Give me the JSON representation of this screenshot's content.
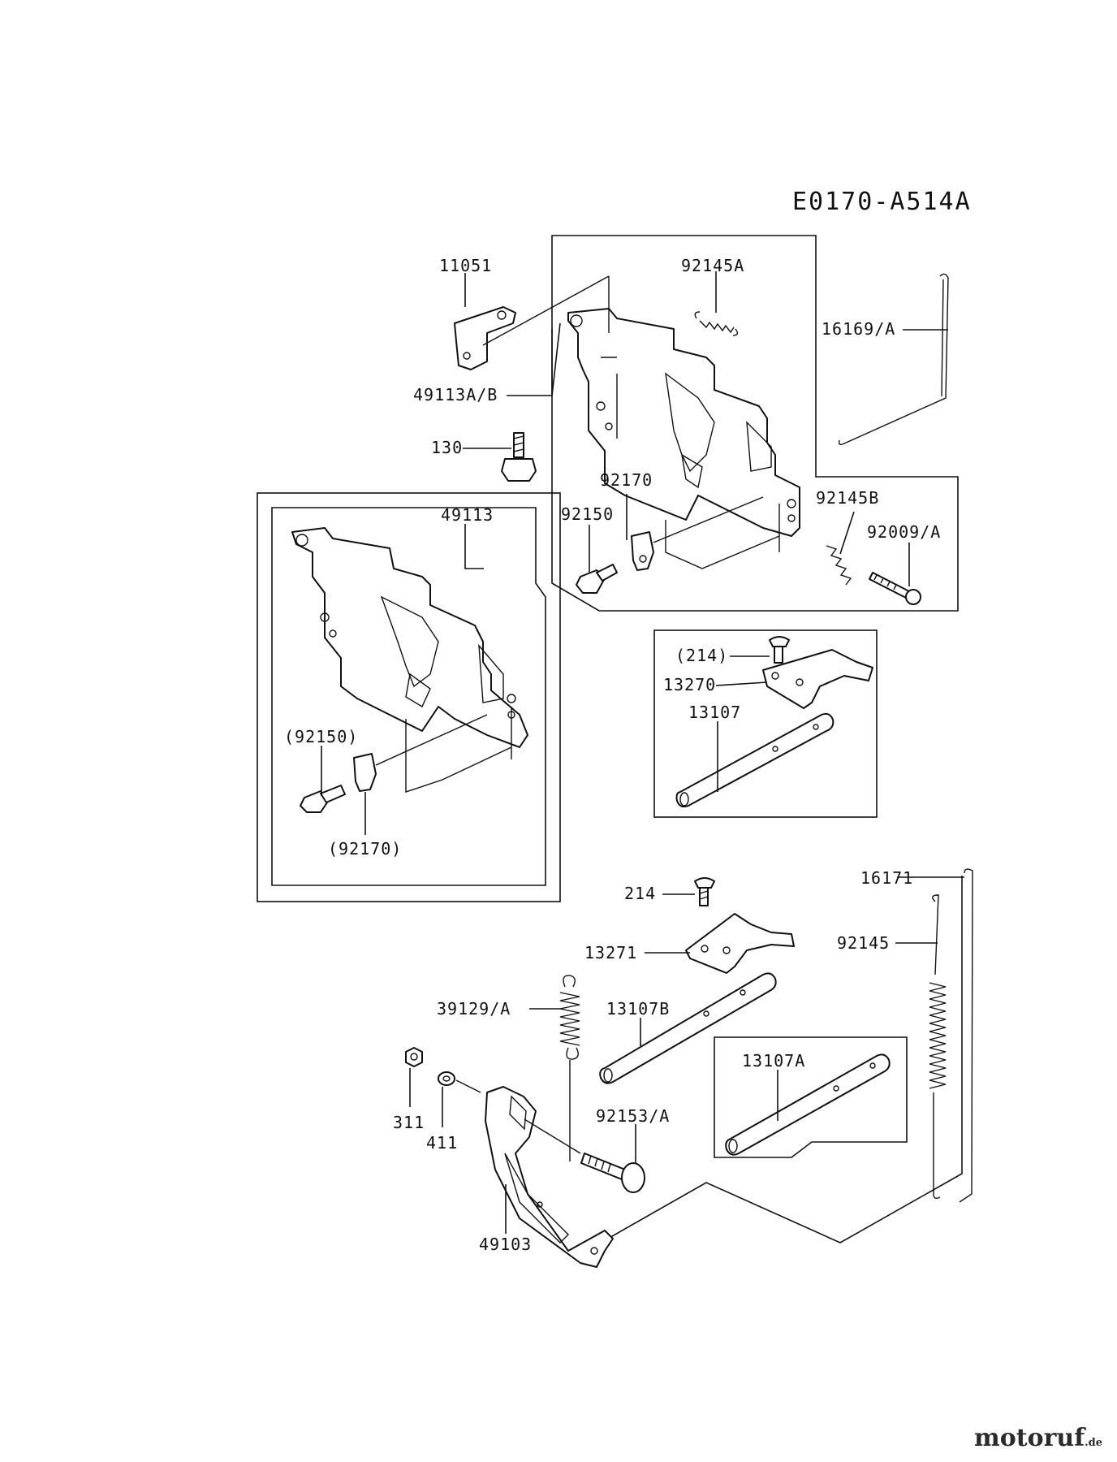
{
  "diagram_code": "E0170-A514A",
  "labels": {
    "p11051": "11051",
    "p92145A": "92145A",
    "p16169A": "16169/A",
    "p49113AB": "49113A/B",
    "p130": "130",
    "p92170": "92170",
    "p92150": "92150",
    "p92145B": "92145B",
    "p92009A": "92009/A",
    "p49113": "49113",
    "p92150p": "(92150)",
    "p92170p": "(92170)",
    "p214p": "(214)",
    "p13270": "13270",
    "p13107": "13107",
    "p16171": "16171",
    "p214": "214",
    "p92145": "92145",
    "p13271": "13271",
    "p39129A": "39129/A",
    "p13107B": "13107B",
    "p13107A": "13107A",
    "p311": "311",
    "p411": "411",
    "p92153A": "92153/A",
    "p49103": "49103"
  },
  "watermark": {
    "main": "motoruf",
    "suffix": ".de"
  }
}
